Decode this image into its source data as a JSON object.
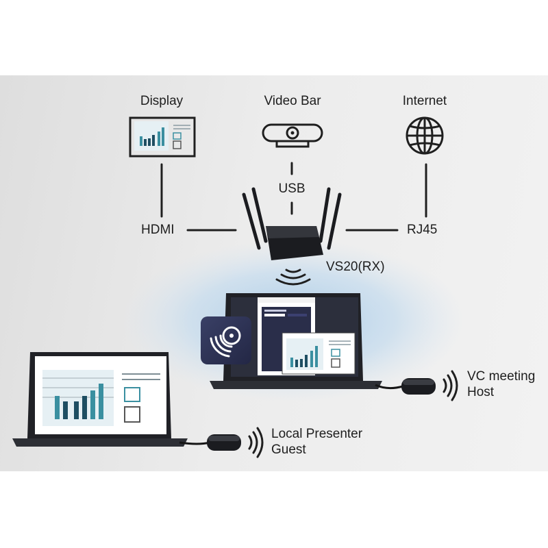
{
  "top_devices": {
    "display": "Display",
    "video_bar": "Video Bar",
    "internet": "Internet"
  },
  "connections": {
    "usb": "USB",
    "hdmi": "HDMI",
    "rj45": "RJ45"
  },
  "receiver": {
    "label": "VS20(RX)"
  },
  "host": {
    "line1": "VC meeting",
    "line2": "Host"
  },
  "presenter": {
    "line1": "Local Presenter",
    "line2": "Guest"
  },
  "colors": {
    "text": "#1e1e1e",
    "line": "#1f1f1f",
    "device": "#1b1c20",
    "bar_teal": "#3a8fa0",
    "bar_dark": "#1e4e62",
    "app_bg": "#2a2e4a",
    "halo": "#bcd5ea"
  },
  "icons": [
    "display-icon",
    "video-bar-icon",
    "globe-icon",
    "wireless-router-icon",
    "wireless-signal-icon",
    "screen-share-app-icon",
    "laptop-icon",
    "dongle-icon"
  ]
}
